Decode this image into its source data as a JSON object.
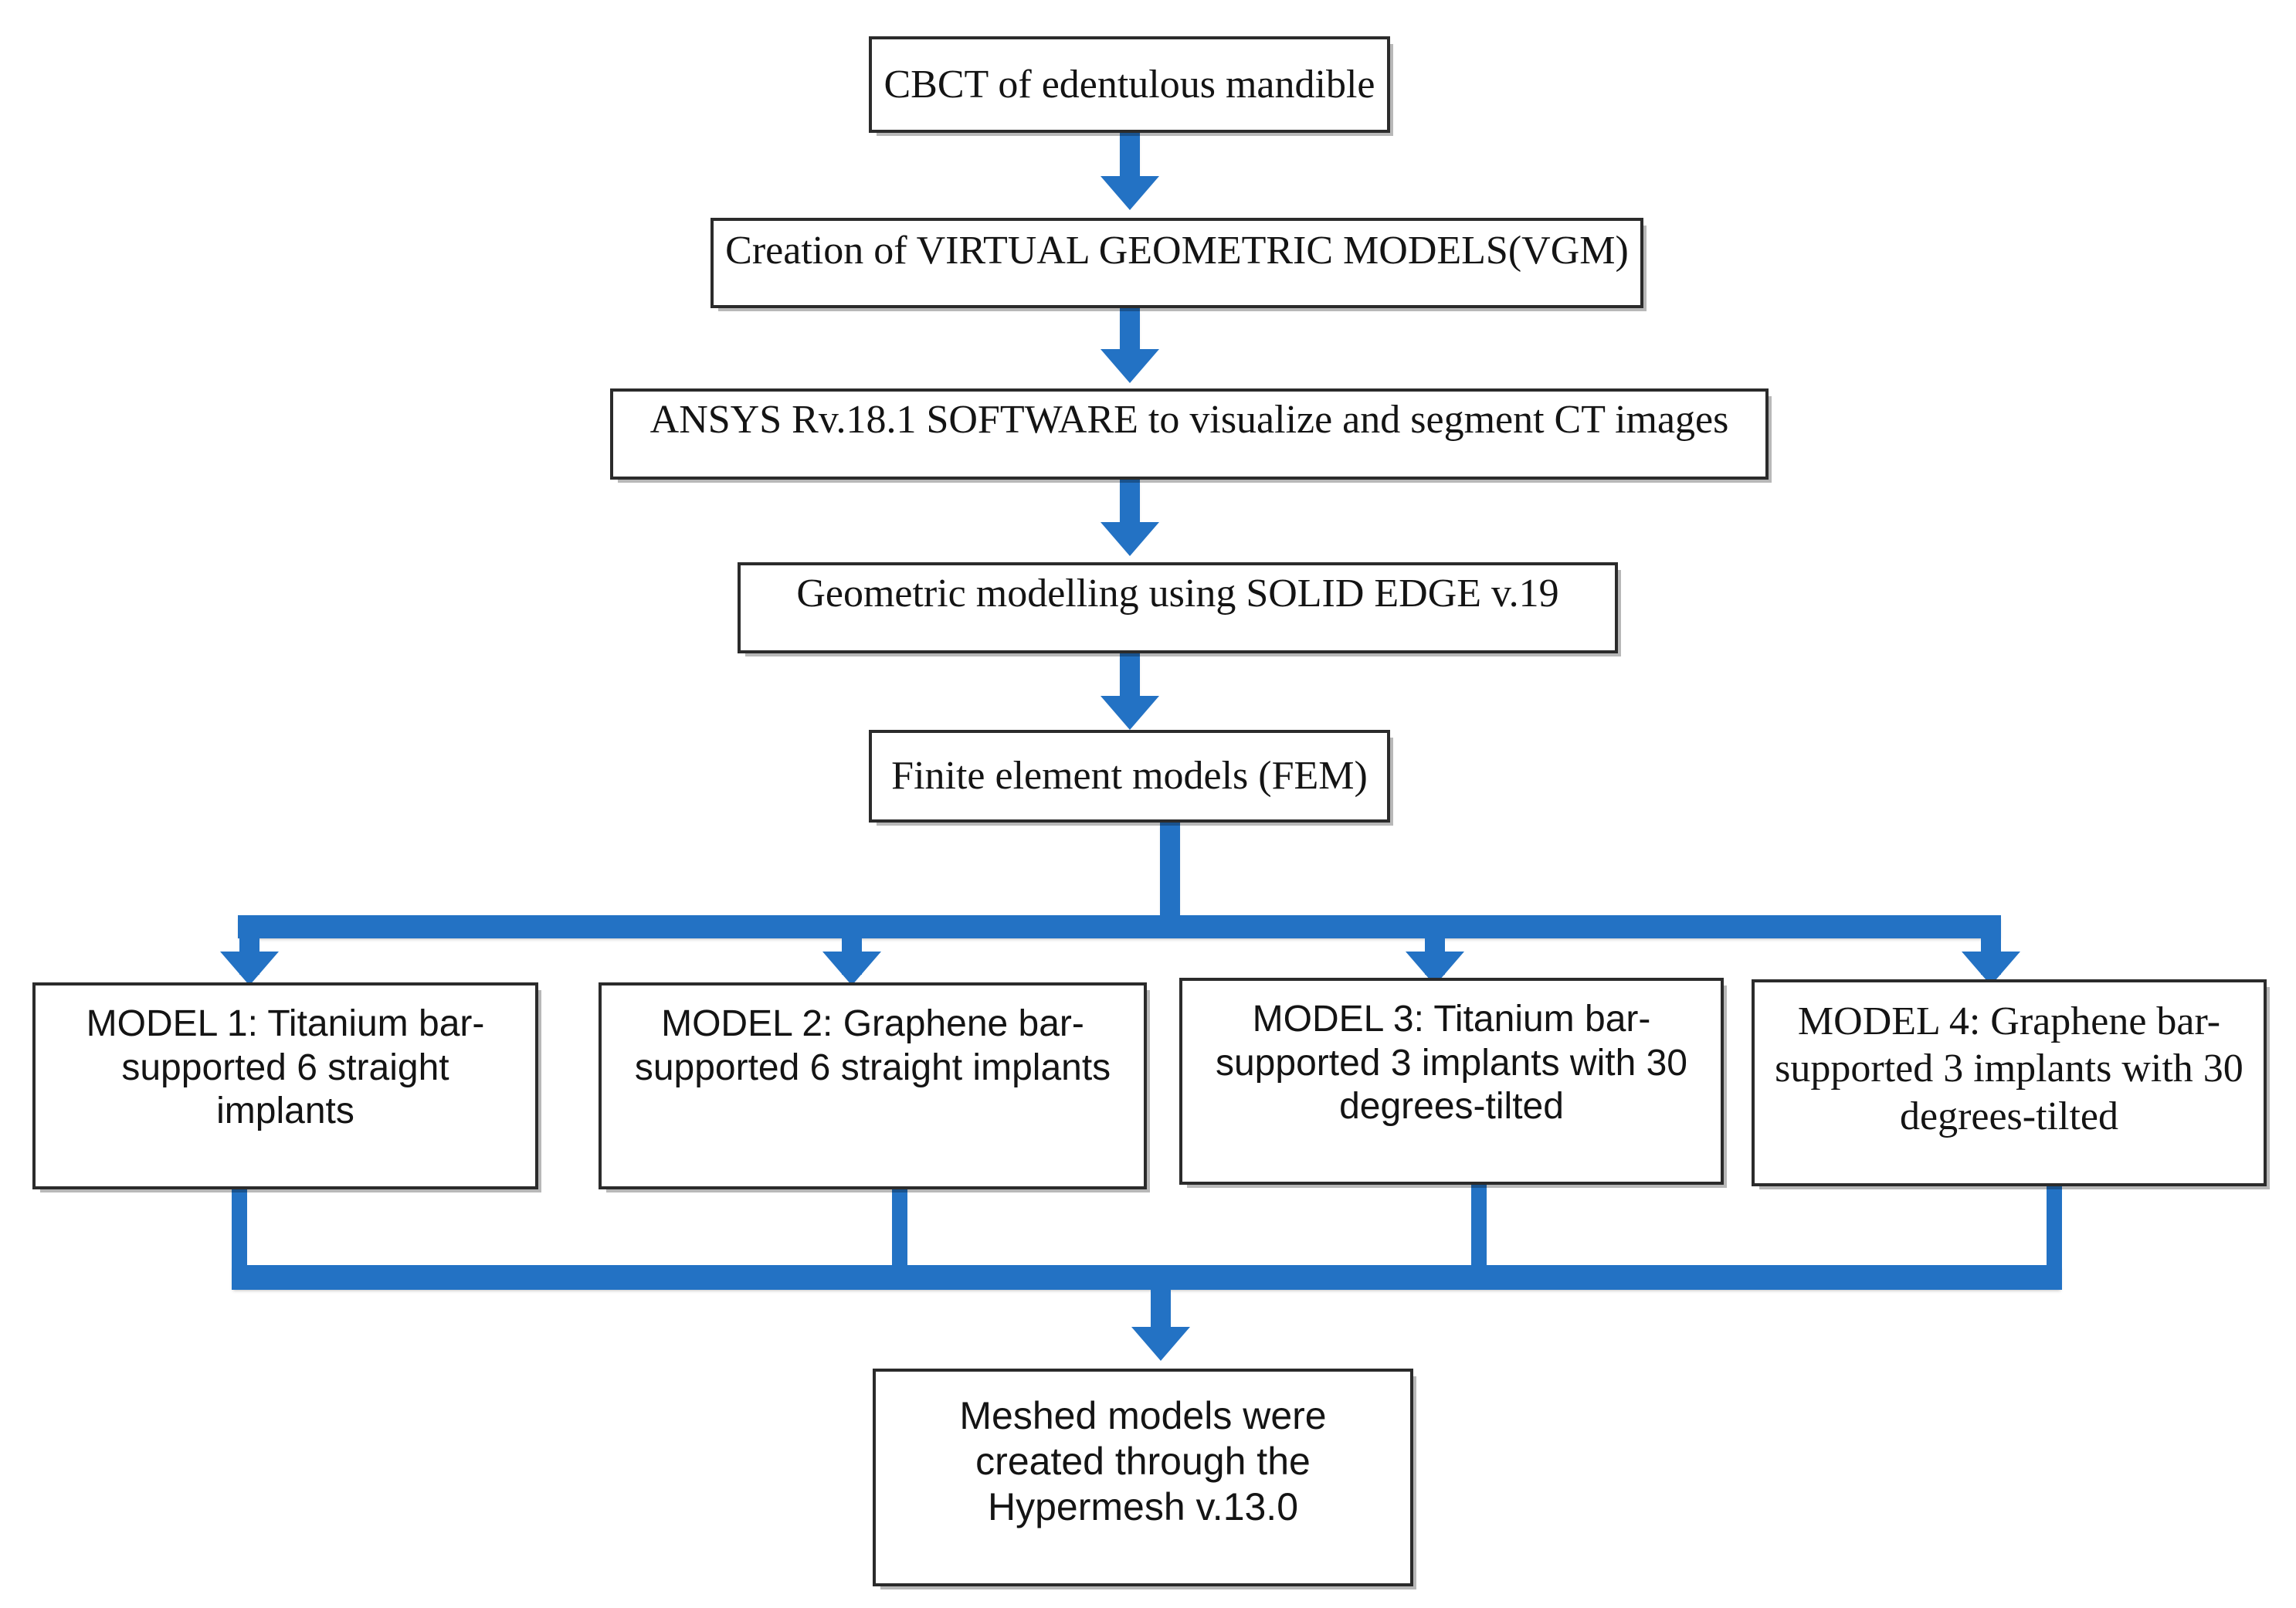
{
  "diagram": {
    "title_text": "Study workflow flowchart",
    "accent_color": "#2372C4",
    "box_border_color": "#2b2b2b",
    "background": "#ffffff"
  },
  "nodes": {
    "cbct": "CBCT of edentulous mandible",
    "vgm": "Creation of VIRTUAL GEOMETRIC MODELS(VGM)",
    "ansys": "ANSYS Rv.18.1 SOFTWARE to visualize and segment CT images",
    "solid_edge": "Geometric modelling using SOLID EDGE v.19",
    "fem": "Finite element models (FEM)",
    "model1": "MODEL 1: Titanium bar-supported 6 straight implants",
    "model2": "MODEL 2: Graphene bar-supported 6 straight implants",
    "model3": "MODEL 3: Titanium bar-supported 3 implants with 30 degrees-tilted",
    "model4": "MODEL 4: Graphene bar-supported 3 implants with 30 degrees-tilted",
    "meshed": "Meshed models were created through the Hypermesh v.13.0"
  },
  "flow": {
    "step_order": [
      "cbct",
      "vgm",
      "ansys",
      "solid_edge",
      "fem"
    ],
    "branches": [
      "model1",
      "model2",
      "model3",
      "model4"
    ],
    "terminal": "meshed",
    "connector_count_vertical": 5,
    "connector_count_branch": 4,
    "connector_count_merge": 4
  }
}
